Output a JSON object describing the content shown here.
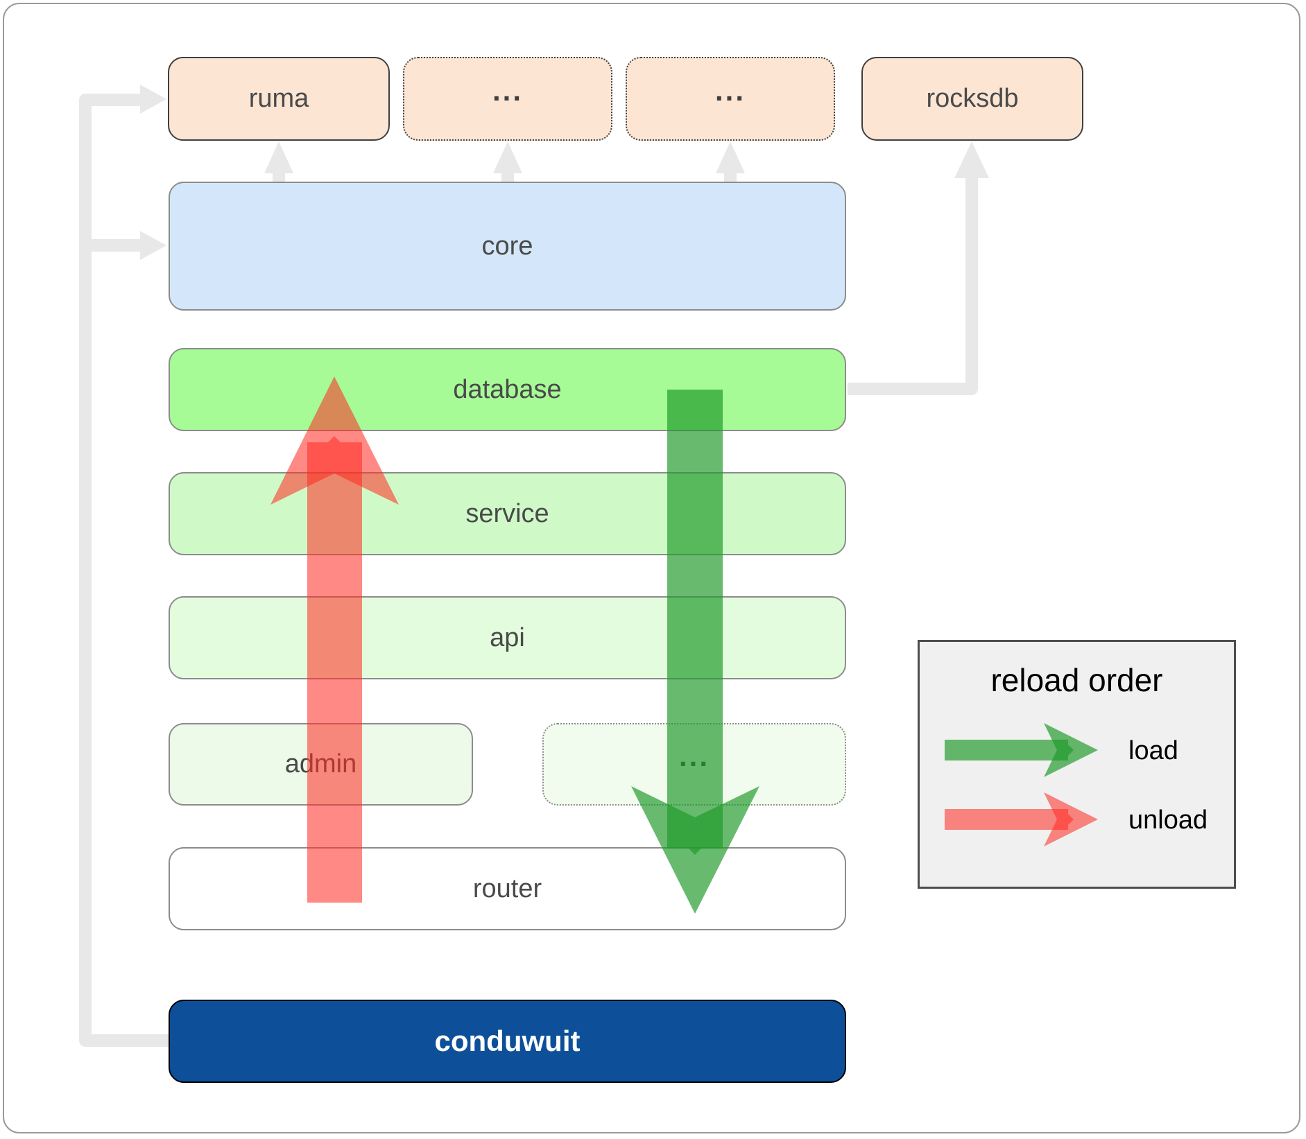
{
  "diagram": {
    "top_row": [
      {
        "label": "ruma",
        "border": "solid"
      },
      {
        "label": "...",
        "border": "dotted"
      },
      {
        "label": "...",
        "border": "dotted"
      },
      {
        "label": "rocksdb",
        "border": "solid"
      }
    ],
    "layers": [
      {
        "label": "core"
      },
      {
        "label": "database"
      },
      {
        "label": "service"
      },
      {
        "label": "api"
      }
    ],
    "admin_row": [
      {
        "label": "admin",
        "border": "solid"
      },
      {
        "label": "...",
        "border": "dotted"
      }
    ],
    "router": {
      "label": "router"
    },
    "conduwuit": {
      "label": "conduwuit"
    }
  },
  "legend": {
    "title": "reload order",
    "items": [
      {
        "label": "load",
        "arrow_color": "#1f9929"
      },
      {
        "label": "unload",
        "arrow_color": "#ff2d23"
      }
    ]
  },
  "colors": {
    "peach": "#fce5d3",
    "core_blue": "#d4e6f9",
    "database_green": "#a6fb97",
    "service_green": "#cffac8",
    "api_green": "#e4fcde",
    "admin_green": "#edfae9",
    "ellipsis_green": "#f1fcef",
    "router_white": "#ffffff",
    "conduwuit_blue": "#0d5099",
    "label_gray": "#4a4a4a",
    "border_dark": "#3f3f3f",
    "border_gray": "#8c8c8c",
    "connector_gray": "#e8e8e8",
    "load_green": "#1f9929",
    "unload_red": "#ff2d23",
    "legend_bg": "#f0f0f0"
  }
}
